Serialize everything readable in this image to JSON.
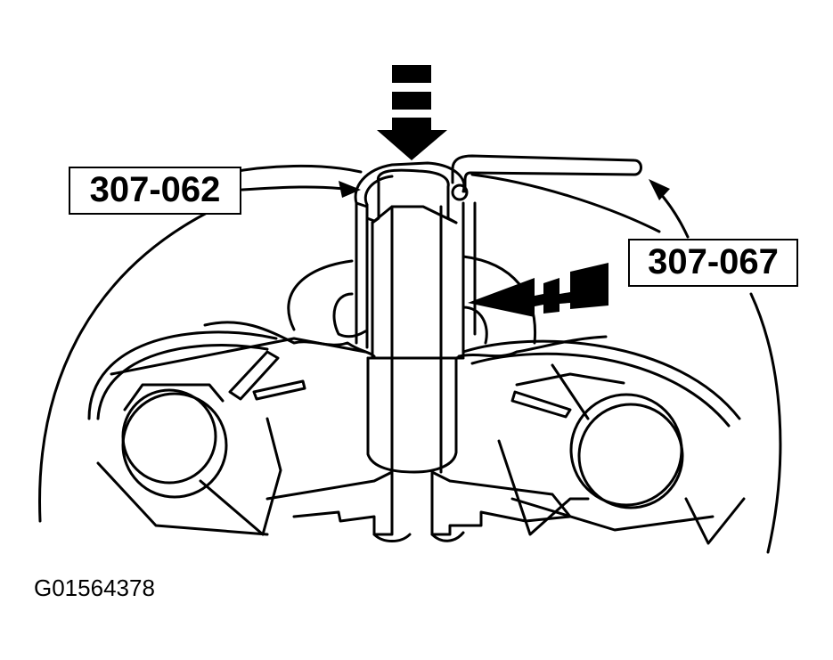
{
  "callouts": {
    "tool_a": "307-062",
    "tool_b": "307-067"
  },
  "figure_id": "G01564378",
  "colors": {
    "line": "#000000",
    "background": "#ffffff"
  }
}
